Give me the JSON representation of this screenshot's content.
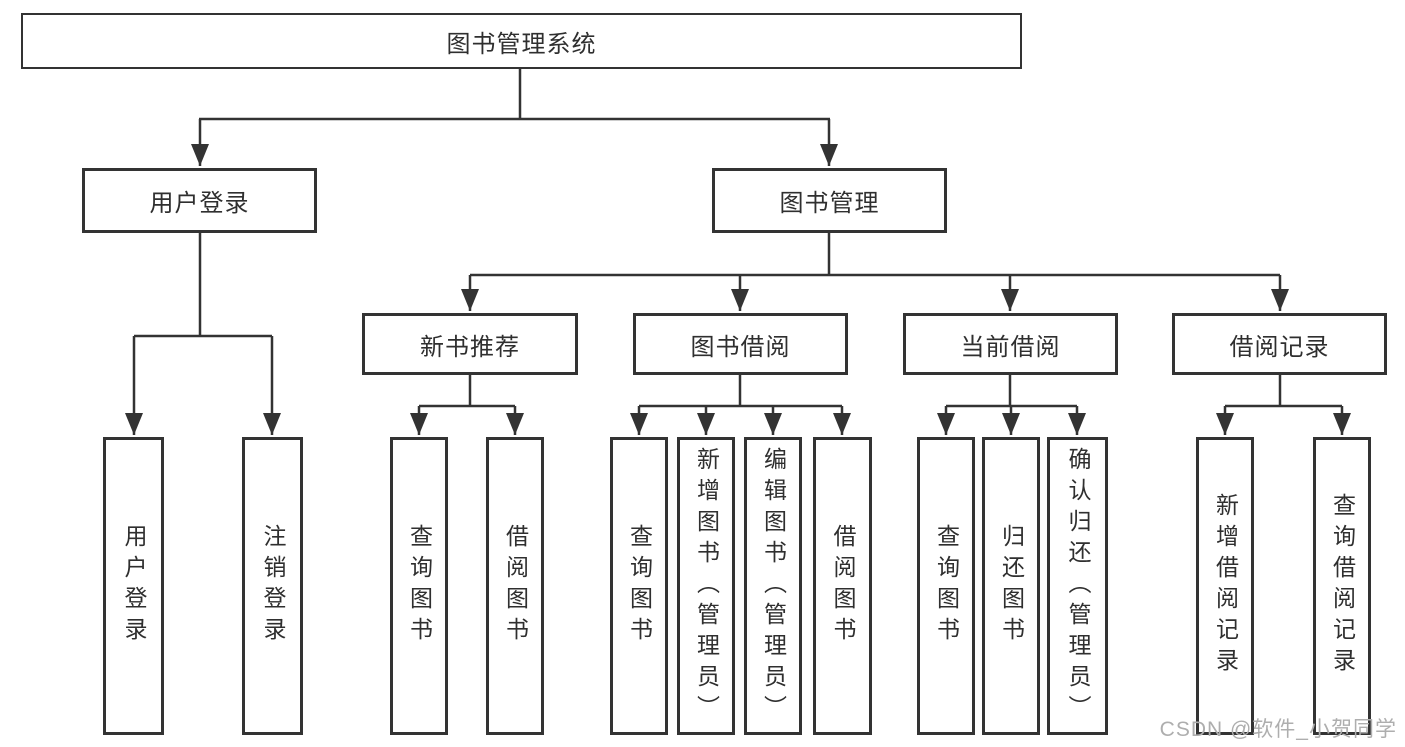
{
  "diagram": {
    "root": {
      "label": "图书管理系统"
    },
    "branches": [
      {
        "label": "用户登录",
        "children": [
          "用户登录",
          "注销登录"
        ]
      },
      {
        "label": "图书管理",
        "children": [
          {
            "label": "新书推荐",
            "children": [
              "查询图书",
              "借阅图书"
            ]
          },
          {
            "label": "图书借阅",
            "children": [
              "查询图书",
              "新增图书（管理员）",
              "编辑图书（管理员）",
              "借阅图书"
            ]
          },
          {
            "label": "当前借阅",
            "children": [
              "查询图书",
              "归还图书",
              "确认归还（管理员）"
            ]
          },
          {
            "label": "借阅记录",
            "children": [
              "新增借阅记录",
              "查询借阅记录"
            ]
          }
        ]
      }
    ]
  },
  "watermark": {
    "text": "CSDN @软件_小贺同学"
  },
  "colors": {
    "line": "#333333",
    "text": "#2f2f2f",
    "box_background": "#ffffff",
    "watermark": "#aeaeae",
    "page_background": "#ffffff"
  }
}
